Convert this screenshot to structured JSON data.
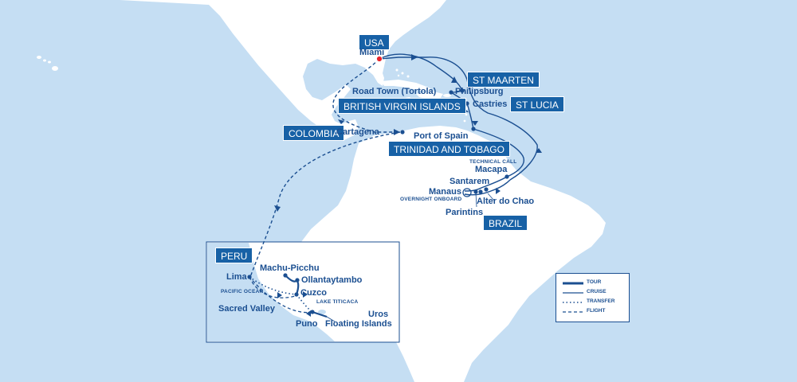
{
  "map": {
    "colors": {
      "ocean": "#c5def3",
      "land": "#ffffff",
      "route": "#1b4f91",
      "badge": "#1761a6",
      "start_marker": "#e8242c"
    },
    "countries": [
      {
        "id": "usa",
        "name": "USA"
      },
      {
        "id": "st-maarten",
        "name": "ST MAARTEN"
      },
      {
        "id": "british-virgin-islands",
        "name": "BRITISH VIRGIN ISLANDS"
      },
      {
        "id": "st-lucia",
        "name": "ST LUCIA"
      },
      {
        "id": "colombia",
        "name": "COLOMBIA"
      },
      {
        "id": "trinidad-and-tobago",
        "name": "TRINIDAD AND TOBAGO"
      },
      {
        "id": "brazil",
        "name": "BRAZIL"
      },
      {
        "id": "peru",
        "name": "PERU"
      }
    ],
    "places": [
      {
        "id": "miami",
        "name": "Miami"
      },
      {
        "id": "road-town",
        "name": "Road Town (Tortola)"
      },
      {
        "id": "philipsburg",
        "name": "Philipsburg"
      },
      {
        "id": "castries",
        "name": "Castries"
      },
      {
        "id": "cartagena",
        "name": "Cartagena"
      },
      {
        "id": "port-of-spain",
        "name": "Port of Spain"
      },
      {
        "id": "macapa",
        "name": "Macapa"
      },
      {
        "id": "santarem",
        "name": "Santarem"
      },
      {
        "id": "manaus",
        "name": "Manaus"
      },
      {
        "id": "alter-do-chao",
        "name": "Alter do Chao"
      },
      {
        "id": "parintins",
        "name": "Parintins"
      },
      {
        "id": "lima",
        "name": "Lima"
      },
      {
        "id": "machu-picchu",
        "name": "Machu-Picchu"
      },
      {
        "id": "ollantaytambo",
        "name": "Ollantaytambo"
      },
      {
        "id": "cuzco",
        "name": "Cuzco"
      },
      {
        "id": "sacred-valley",
        "name": "Sacred Valley"
      },
      {
        "id": "puno",
        "name": "Puno"
      },
      {
        "id": "uros-line1",
        "name": "Uros"
      },
      {
        "id": "uros-line2",
        "name": "Floating Islands"
      }
    ],
    "notes": {
      "technical_call": "TECHNICAL CALL",
      "overnight_onboard": "OVERNIGHT ONBOARD",
      "pacific_ocean": "PACIFIC OCEAN",
      "lake_titicaca": "LAKE TITICACA"
    },
    "legend": [
      {
        "style": "tour",
        "label": "TOUR"
      },
      {
        "style": "cruise",
        "label": "CRUISE"
      },
      {
        "style": "transfer",
        "label": "TRANSFER"
      },
      {
        "style": "flight",
        "label": "FLIGHT"
      }
    ]
  }
}
